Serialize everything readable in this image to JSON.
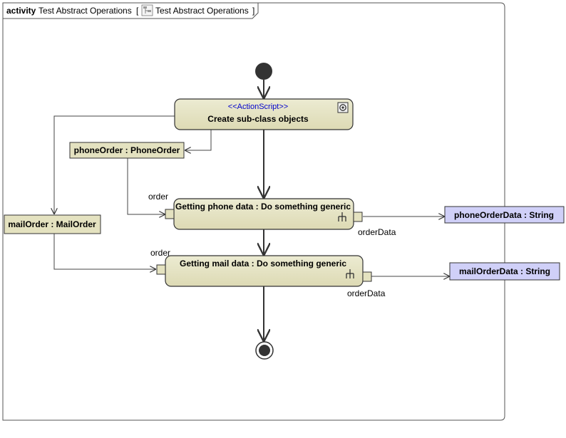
{
  "frame": {
    "keyword": "activity",
    "name": "Test Abstract Operations",
    "bracket_open": "[",
    "ref_name": "Test Abstract Operations",
    "bracket_close": "]",
    "ref_icon": "activity-diagram-icon"
  },
  "actions": {
    "create": {
      "stereotype": "<<ActionScript>>",
      "label": "Create sub-class objects",
      "icon": "action-settings-icon"
    },
    "phone": {
      "label": "Getting phone data : Do something generic",
      "icon": "call-behavior-rake-icon"
    },
    "mail": {
      "label": "Getting mail data : Do something generic",
      "icon": "call-behavior-rake-icon"
    }
  },
  "objects": {
    "phone_order": "phoneOrder : PhoneOrder",
    "mail_order": "mailOrder : MailOrder",
    "phone_order_data": "phoneOrderData : String",
    "mail_order_data": "mailOrderData : String"
  },
  "pins": {
    "phone_in": "order",
    "phone_out": "orderData",
    "mail_in": "order",
    "mail_out": "orderData"
  },
  "colors": {
    "action_fill": "#e4e2c0",
    "object_fill": "#e4e2c0",
    "datastore_fill": "#d0d0f8",
    "node_fill": "#333333",
    "edge": "#333333",
    "stereotype_text": "#0000cc"
  }
}
